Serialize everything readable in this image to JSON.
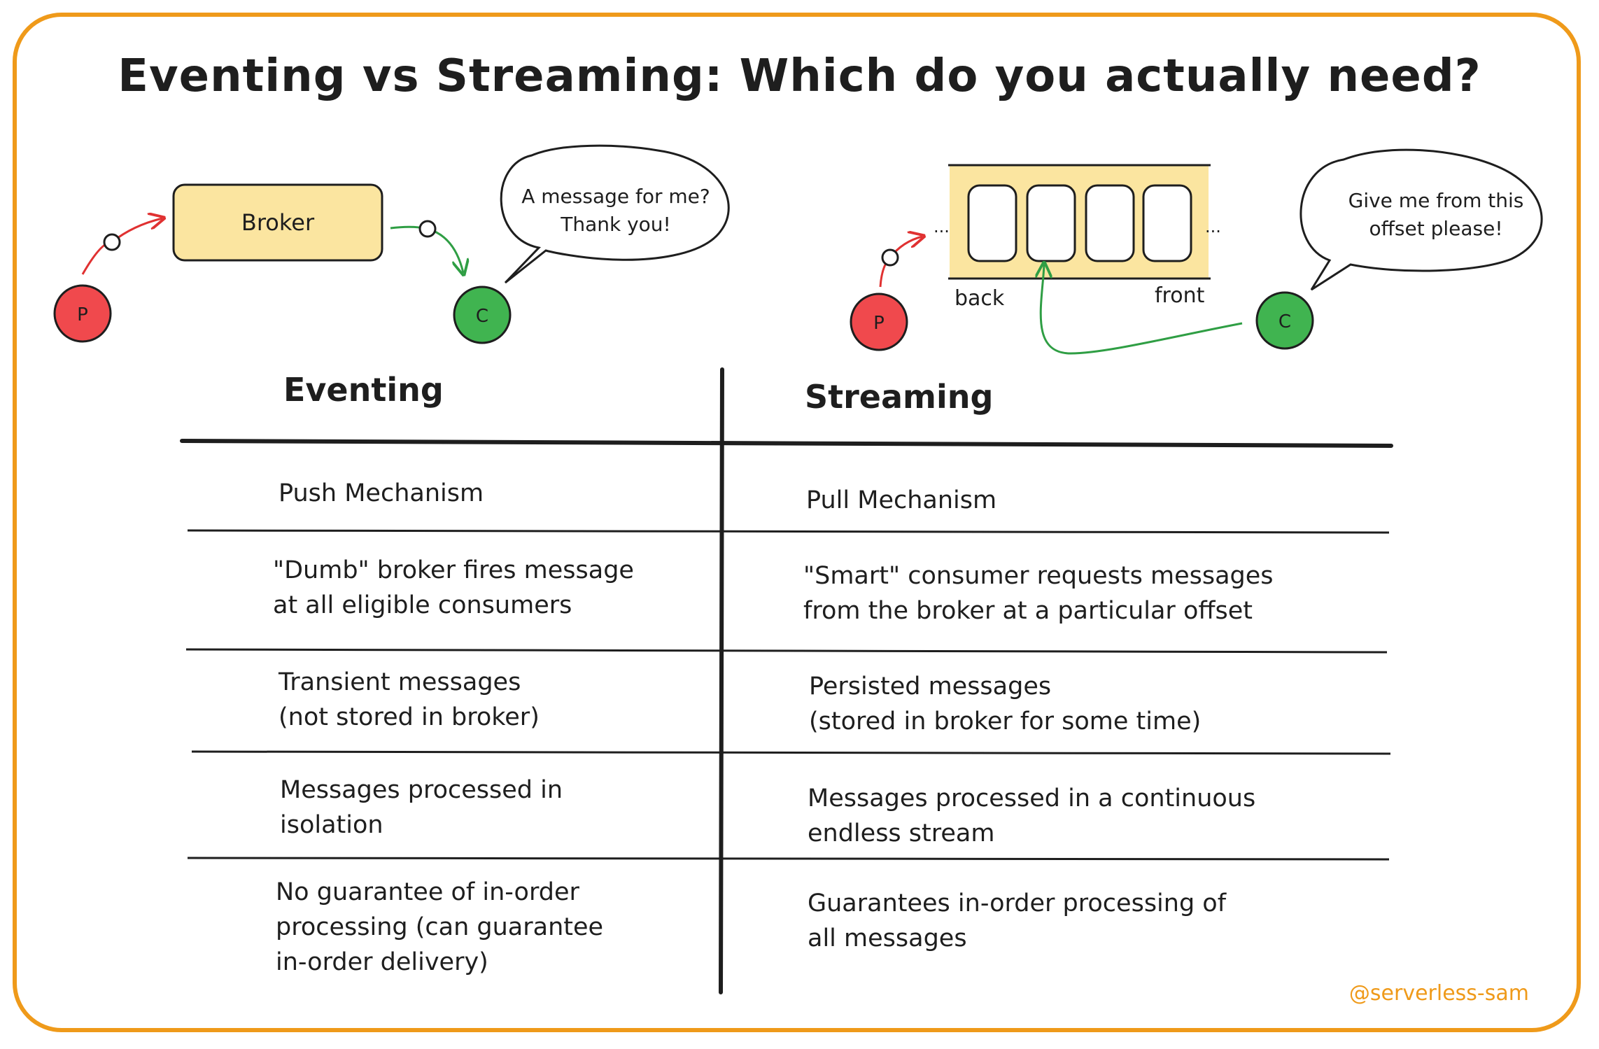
{
  "title": "Eventing vs Streaming: Which do you actually need?",
  "colors": {
    "frame": "#ef9a1a",
    "producer": "#f0494d",
    "consumer": "#40b450",
    "broker_fill": "#fbe5a0",
    "push_arrow": "#e03131",
    "pull_arrow": "#2f9e44"
  },
  "eventing_diagram": {
    "broker_label": "Broker",
    "producer_label": "P",
    "consumer_label": "C",
    "speech": [
      "A message for me?",
      "Thank you!"
    ]
  },
  "streaming_diagram": {
    "producer_label": "P",
    "consumer_label": "C",
    "ellipsis": "...",
    "back_label": "back",
    "front_label": "front",
    "speech": [
      "Give me from this",
      "offset please!"
    ]
  },
  "table": {
    "headers": {
      "eventing": "Eventing",
      "streaming": "Streaming"
    },
    "rows": [
      {
        "eventing": "Push Mechanism",
        "streaming": "Pull Mechanism"
      },
      {
        "eventing": "\"Dumb\" broker fires message\nat all eligible consumers",
        "streaming": "\"Smart\" consumer requests messages\nfrom the broker at a particular offset"
      },
      {
        "eventing": "Transient messages\n(not stored in broker)",
        "streaming": "Persisted messages\n(stored in broker for some time)"
      },
      {
        "eventing": "Messages processed in\nisolation",
        "streaming": "Messages processed in a continuous\nendless stream"
      },
      {
        "eventing": "No guarantee of in-order\nprocessing (can guarantee\nin-order delivery)",
        "streaming": "Guarantees in-order processing of\nall messages"
      }
    ]
  },
  "handle": "@serverless-sam"
}
